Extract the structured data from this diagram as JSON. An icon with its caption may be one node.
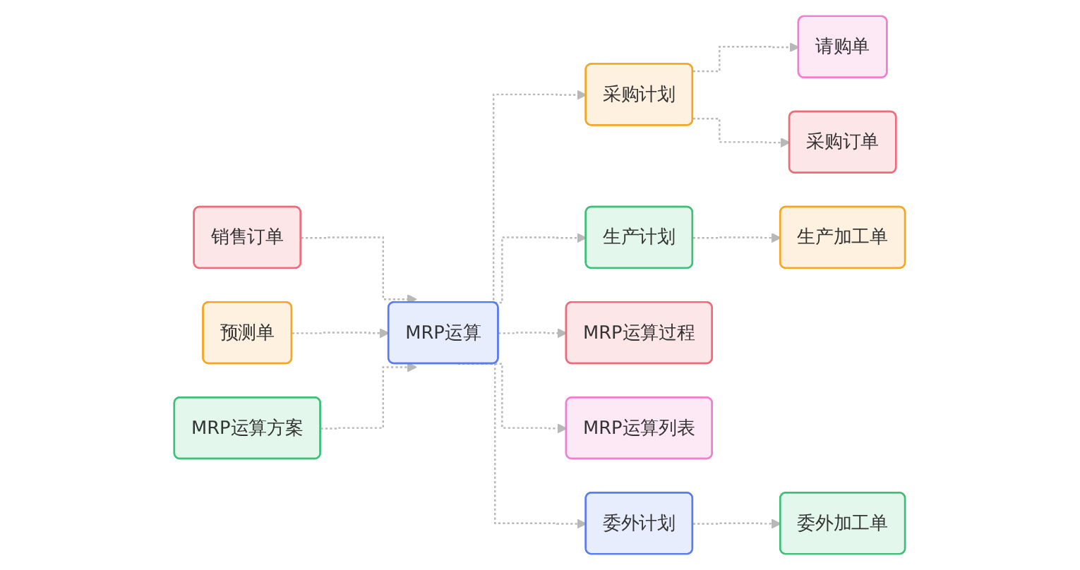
{
  "diagram": {
    "nodes": [
      {
        "text": [
          "请购单"
        ]
      },
      {
        "text": [
          "销售订单"
        ]
      },
      {
        "text": [
          "MRP运算方案"
        ]
      },
      {
        "text": [
          "采购计划"
        ]
      },
      {
        "text": [
          "采购订单"
        ]
      },
      {
        "text": [
          "预测单"
        ]
      },
      {
        "text": [
          "MRP运算"
        ]
      },
      {
        "text": [
          "生产计划"
        ]
      },
      {
        "text": [
          "生产加工单"
        ]
      },
      {
        "text": [
          "MRP运算过程"
        ]
      },
      {
        "text": [
          "MRP运算列表"
        ]
      },
      {
        "text": [
          "委外计划"
        ]
      },
      {
        "text": [
          "委外加工单"
        ]
      }
    ],
    "edges": [
      {
        "from": 1,
        "to": 6,
        "arrow": "to"
      },
      {
        "from": 5,
        "to": 6,
        "arrow": "to"
      },
      {
        "from": 2,
        "to": 6,
        "arrow": "to"
      },
      {
        "from": 6,
        "to": 3,
        "arrow": "to"
      },
      {
        "from": 6,
        "to": 7,
        "arrow": "to"
      },
      {
        "from": 6,
        "to": 11,
        "arrow": "to"
      },
      {
        "from": 6,
        "to": 9,
        "arrow": "to"
      },
      {
        "from": 6,
        "to": 10,
        "arrow": "to"
      },
      {
        "from": 3,
        "to": 0,
        "arrow": "to"
      },
      {
        "from": 3,
        "to": 4,
        "arrow": "to"
      },
      {
        "from": 7,
        "to": 8,
        "arrow": "to"
      },
      {
        "from": 11,
        "to": 12,
        "arrow": "to"
      }
    ]
  }
}
